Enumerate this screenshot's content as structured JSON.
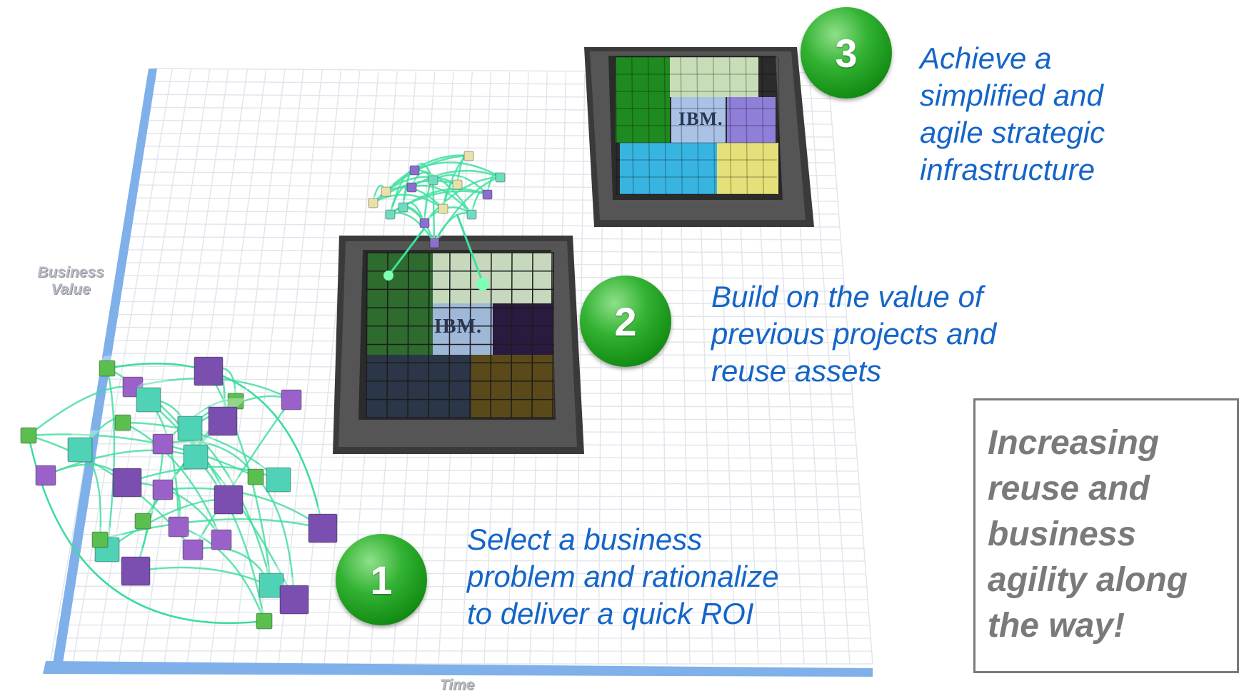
{
  "axes": {
    "y_label_line1": "Business",
    "y_label_line2": "Value",
    "x_label": "Time"
  },
  "platform_logo": "IBM.",
  "steps": [
    {
      "number": "1",
      "lines": [
        "Select a business",
        "problem and rationalize",
        "to deliver a quick ROI"
      ]
    },
    {
      "number": "2",
      "lines": [
        "Build on the value of",
        "previous projects and",
        "reuse assets"
      ]
    },
    {
      "number": "3",
      "lines": [
        "Achieve a",
        "simplified and",
        "agile strategic",
        "infrastructure"
      ]
    }
  ],
  "callout": {
    "lines": [
      "Increasing",
      "reuse and",
      "business",
      "agility along",
      "the way!"
    ]
  },
  "colors": {
    "step_text": "#1565c8",
    "badge_green": "#1a9a1a",
    "axis_blue": "#6fa6e6",
    "callout_gray": "#7a7a7a",
    "connector_green": "#3fe0a0"
  }
}
